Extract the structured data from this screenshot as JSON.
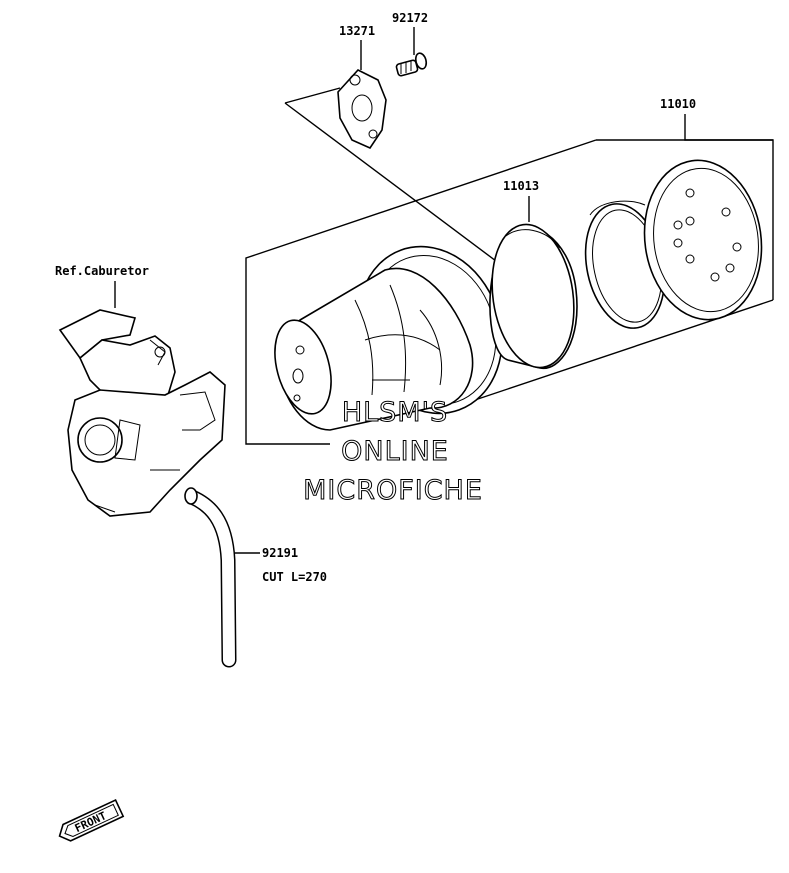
{
  "diagram": {
    "parts": {
      "gasket": "13271",
      "bolt": "92172",
      "air_cleaner_assembly": "11010",
      "element": "11013",
      "tube": "92191",
      "tube_cut_note": "CUT L=270",
      "carburetor_ref": "Ref.Caburetor"
    },
    "watermark": [
      "HLSM'S",
      "ONLINE",
      "MICROFICHE"
    ],
    "direction_badge": "FRONT"
  }
}
